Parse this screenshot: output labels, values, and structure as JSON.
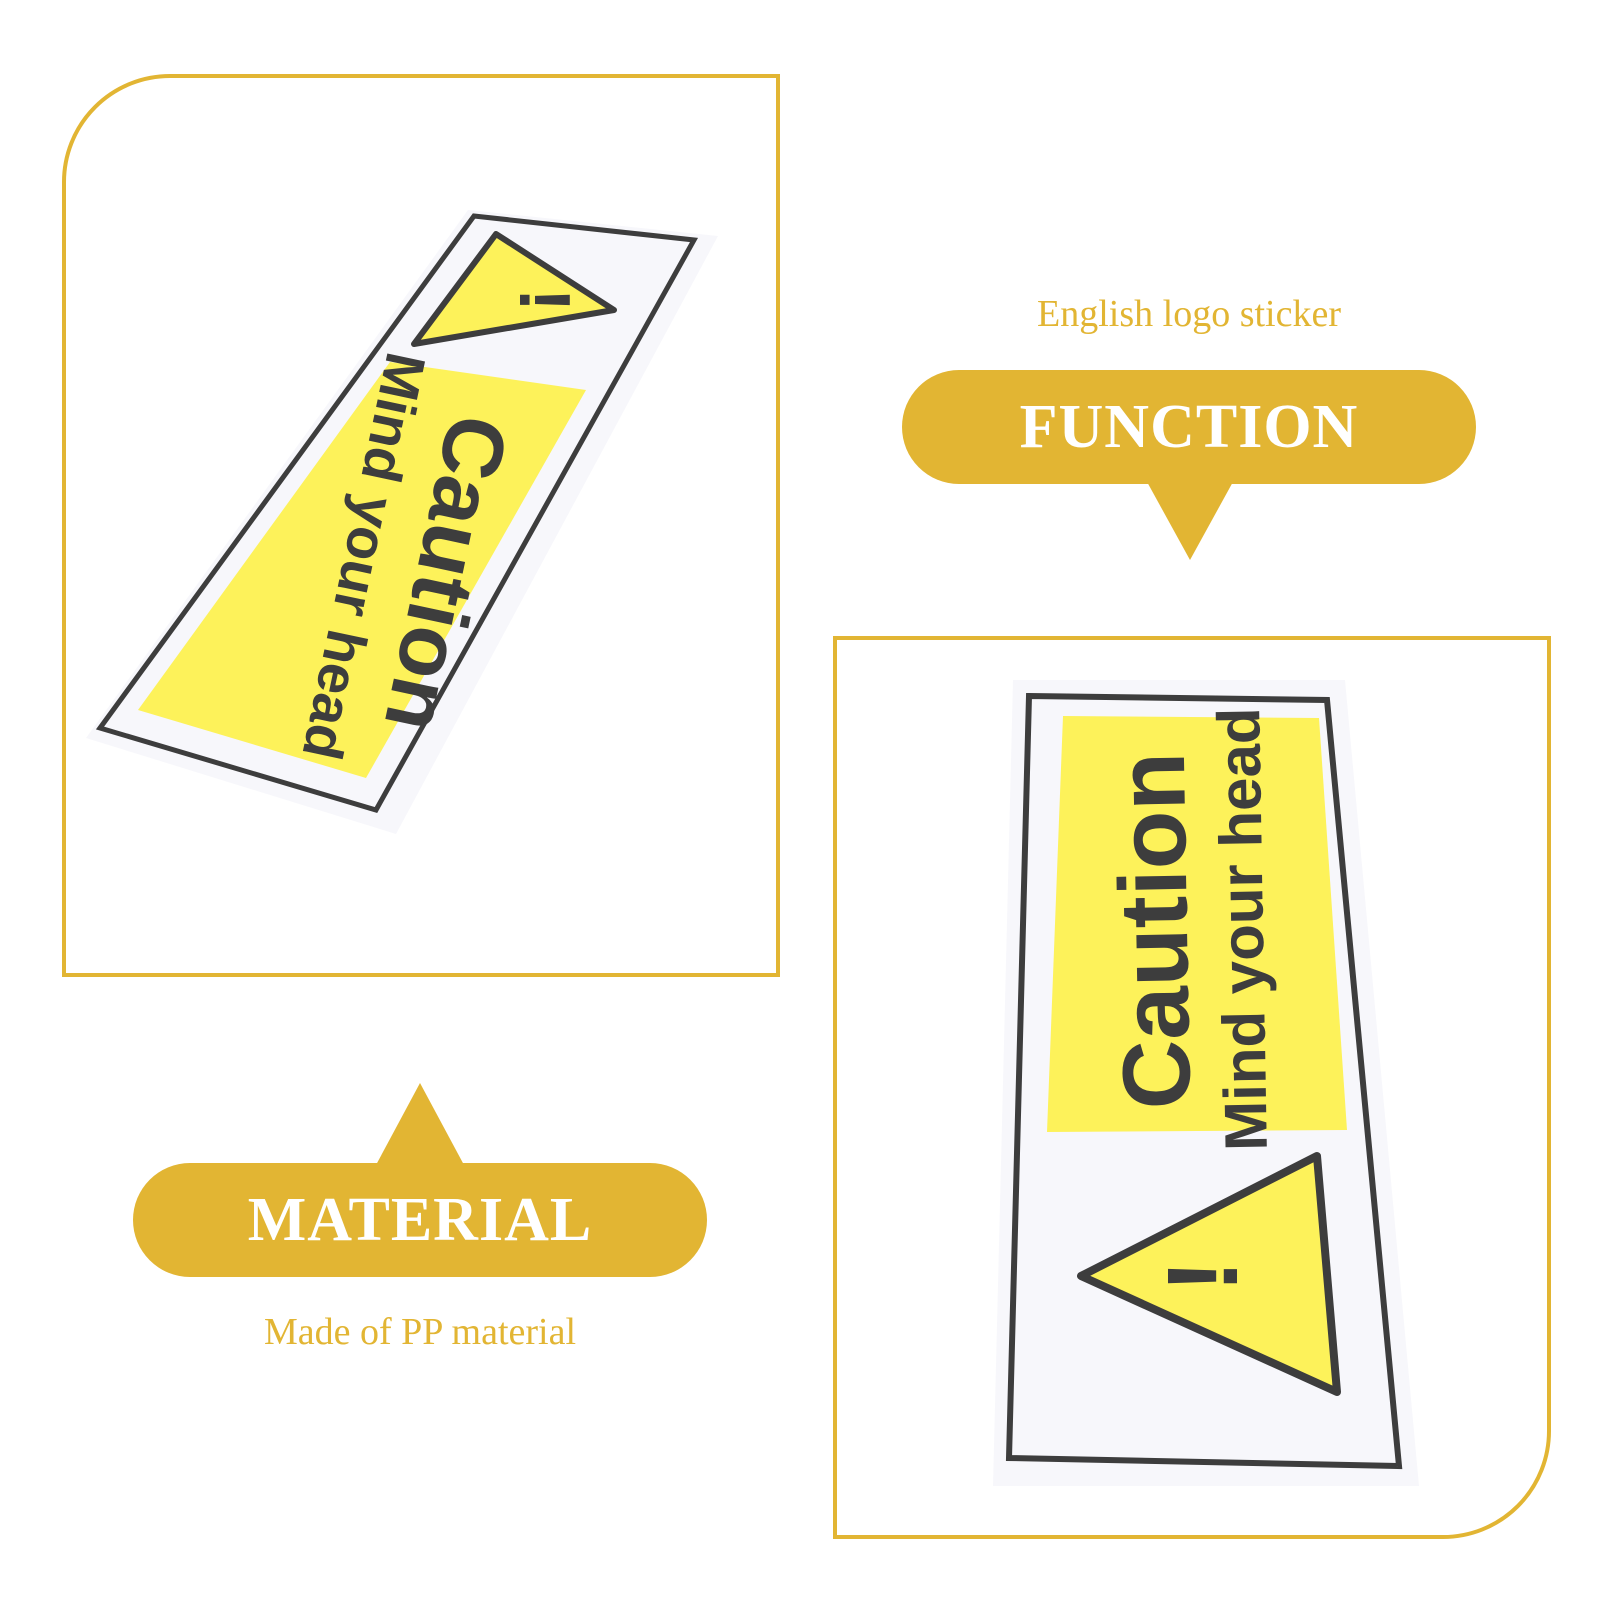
{
  "function": {
    "caption": "English logo sticker",
    "label": "FUNCTION"
  },
  "material": {
    "label": "MATERIAL",
    "caption": "Made of PP material"
  },
  "sticker": {
    "title": "Caution",
    "subtitle": "Mind your head",
    "exclamation": "!"
  },
  "colors": {
    "accent": "#e2b533",
    "sticker_yellow": "#fdf25a",
    "sticker_border": "#3d3d3d"
  }
}
